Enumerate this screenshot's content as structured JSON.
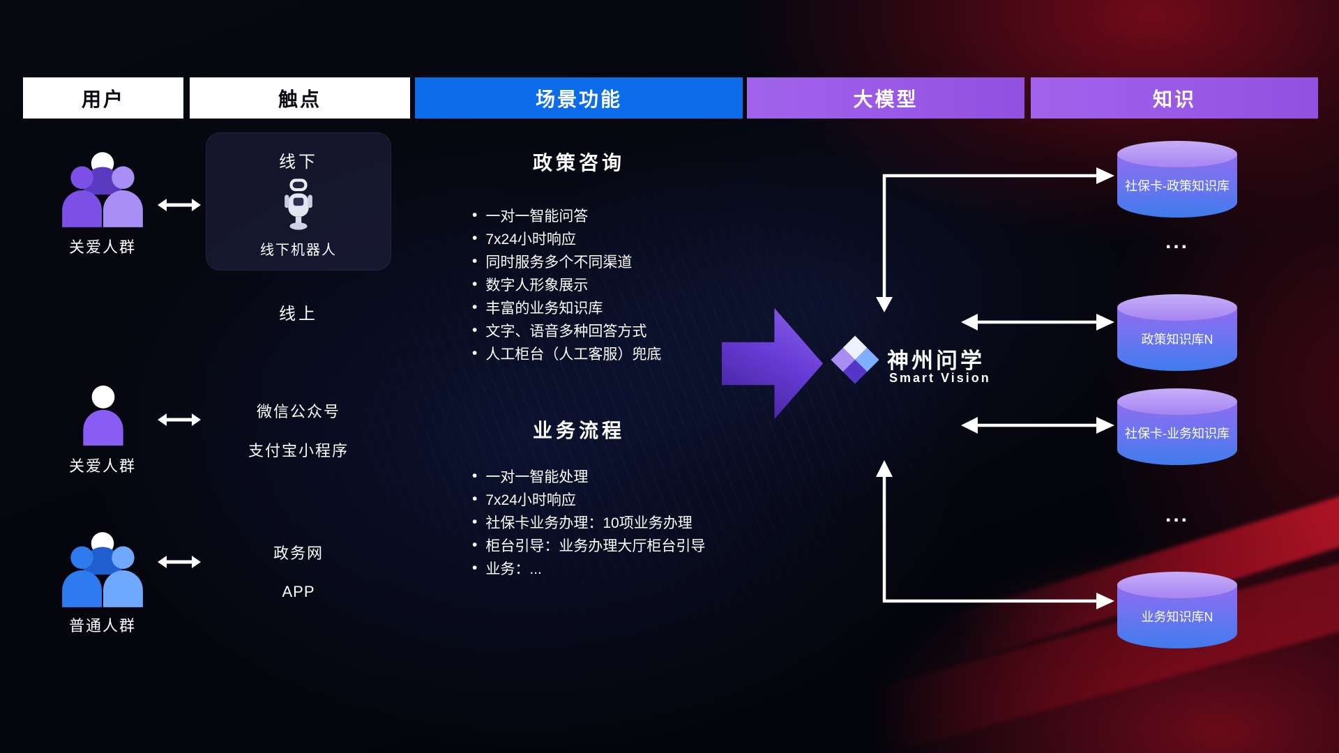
{
  "header": {
    "columns": [
      {
        "label": "用户"
      },
      {
        "label": "触点"
      },
      {
        "label": "场景功能"
      },
      {
        "label": "大模型"
      },
      {
        "label": "知识"
      }
    ]
  },
  "users": [
    {
      "label": "关爱人群"
    },
    {
      "label": "关爱人群"
    },
    {
      "label": "普通人群"
    }
  ],
  "touchpoints": {
    "offline": {
      "title": "线下",
      "robot_label": "线下机器人"
    },
    "online_title": "线上",
    "wechat": "微信公众号",
    "alipay": "支付宝小程序",
    "gov": "政务网",
    "app": "APP"
  },
  "scenes": [
    {
      "title": "政策咨询",
      "items": [
        "一对一智能问答",
        "7x24小时响应",
        "同时服务多个不同渠道",
        "数字人形象展示",
        "丰富的业务知识库",
        "文字、语音多种回答方式",
        "人工柜台（人工客服）兜底"
      ]
    },
    {
      "title": "业务流程",
      "items": [
        "一对一智能处理",
        "7x24小时响应",
        "社保卡业务办理：10项业务办理",
        "柜台引导：业务办理大厅柜台引导",
        "业务：..."
      ]
    }
  ],
  "model": {
    "name": "神州问学",
    "subtitle": "Smart Vision"
  },
  "knowledge": {
    "dbs": [
      "社保卡-政策知识库",
      "政策知识库N",
      "社保卡-业务知识库",
      "业务知识库N"
    ],
    "ellipsis": "..."
  },
  "icons": {
    "care_group": "user-group-icon",
    "care_single": "user-person-icon",
    "general_group": "user-group-icon",
    "offline_robot": "robot-icon",
    "model_logo": "diamond-logo-icon",
    "knowledge_db": "database-cylinder-icon",
    "link": "double-arrow-icon"
  },
  "colors": {
    "header_light_bg": "#ffffff",
    "header_blue_bg": "#0d6cea",
    "header_purple_bg": "#9b5be6",
    "accent_purple": "#8b5cf6",
    "accent_blue": "#3d8bfd",
    "db_gradient_top": "#9a77f0",
    "db_gradient_bottom": "#3f7bec",
    "background_red": "#a50f22",
    "text_white": "#ffffff"
  }
}
